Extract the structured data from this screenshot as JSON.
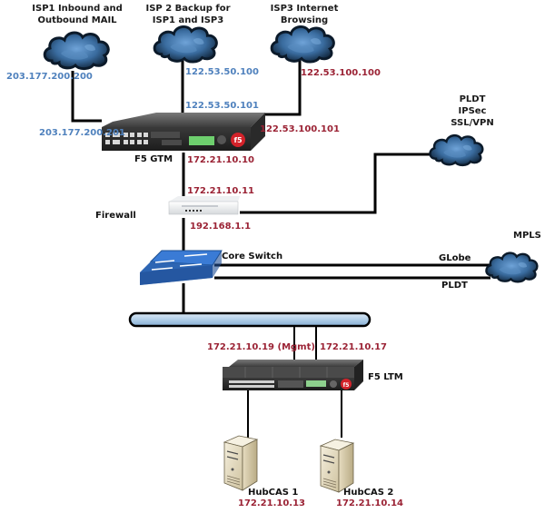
{
  "diagram": {
    "clouds": {
      "isp1": {
        "label_line1": "ISP1 Inbound and",
        "label_line2": "Outbound MAIL"
      },
      "isp2": {
        "label_line1": "ISP 2 Backup for",
        "label_line2": "ISP1 and ISP3"
      },
      "isp3": {
        "label_line1": "ISP3 Internet",
        "label_line2": "Browsing"
      },
      "pldt_vpn": {
        "label_line1": "PLDT",
        "label_line2": "IPSec",
        "label_line3": "SSL/VPN"
      },
      "mpls": {
        "label": "MPLS"
      }
    },
    "devices": {
      "f5_gtm": {
        "label": "F5 GTM"
      },
      "firewall": {
        "label": "Firewall"
      },
      "core_switch": {
        "label": "Core Switch"
      },
      "f5_ltm": {
        "label": "F5 LTM"
      },
      "hubcas1": {
        "label": "HubCAS 1",
        "ip": "172.21.10.13"
      },
      "hubcas2": {
        "label": "HubCAS 2",
        "ip": "172.21.10.14"
      }
    },
    "ips": {
      "isp1_cloud": "203.177.200.200",
      "isp1_gtm": "203.177.200.201",
      "isp2_cloud": "122.53.50.100",
      "isp2_gtm": "122.53.50.101",
      "isp3_cloud": "122.53.100.100",
      "isp3_gtm": "122.53.100.101",
      "gtm_inside": "172.21.10.10",
      "fw_outside": "172.21.10.11",
      "fw_inside": "192.168.1.1",
      "ltm_mgmt": "172.21.10.19 (Mgmt)",
      "ltm_data": "172.21.10.17"
    },
    "links": {
      "globe": "GLobe",
      "pldt": "PLDT"
    },
    "colors": {
      "public_ip": "#4f81bd",
      "private_ip": "#9b2335",
      "cloud": "#3b6ea5",
      "switch": "#2f6fc0",
      "bus": "#b8d4ec"
    }
  }
}
